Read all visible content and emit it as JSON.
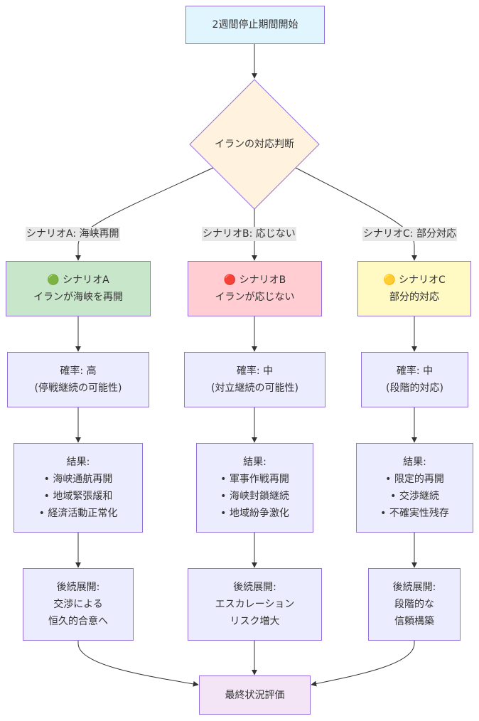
{
  "colors": {
    "default_fill": "#ECECFF",
    "border": "#9370DB",
    "start_fill": "#E1F5FE",
    "decision_fill": "#FFF3E0",
    "scenario_a_fill": "#C8E6C9",
    "scenario_b_fill": "#FFCDD2",
    "scenario_c_fill": "#FFF9C4",
    "final_fill": "#F3E5F5",
    "edge": "#333333",
    "edge_label_bg": "#E8E8E8"
  },
  "start": {
    "label": "2週間停止期間開始"
  },
  "decision": {
    "label": "イランの対応判断"
  },
  "edges": {
    "to_a": "シナリオA: 海峡再開",
    "to_b": "シナリオB: 応じない",
    "to_c": "シナリオC: 部分対応"
  },
  "scenario_a": {
    "icon": "green-circle-icon",
    "emoji": "🟢",
    "title": "シナリオA",
    "desc": "イランが海峡を再開",
    "prob_lines": [
      "確率: 高",
      "(停戦継続の可能性)"
    ],
    "result_lines": [
      "結果:",
      "• 海峡通航再開",
      "• 地域緊張緩和",
      "• 経済活動正常化"
    ],
    "next_lines": [
      "後続展開:",
      "交渉による",
      "恒久的合意へ"
    ]
  },
  "scenario_b": {
    "icon": "red-circle-icon",
    "emoji": "🔴",
    "title": "シナリオB",
    "desc": "イランが応じない",
    "prob_lines": [
      "確率: 中",
      "(対立継続の可能性)"
    ],
    "result_lines": [
      "結果:",
      "• 軍事作戦再開",
      "• 海峡封鎖継続",
      "• 地域紛争激化"
    ],
    "next_lines": [
      "後続展開:",
      "エスカレーション",
      "リスク増大"
    ]
  },
  "scenario_c": {
    "icon": "yellow-circle-icon",
    "emoji": "🟡",
    "title": "シナリオC",
    "desc": "部分的対応",
    "prob_lines": [
      "確率: 中",
      "(段階的対応)"
    ],
    "result_lines": [
      "結果:",
      "• 限定的再開",
      "• 交渉継続",
      "• 不確実性残存"
    ],
    "next_lines": [
      "後続展開:",
      "段階的な",
      "信頼構築"
    ]
  },
  "final": {
    "label": "最終状況評価"
  }
}
